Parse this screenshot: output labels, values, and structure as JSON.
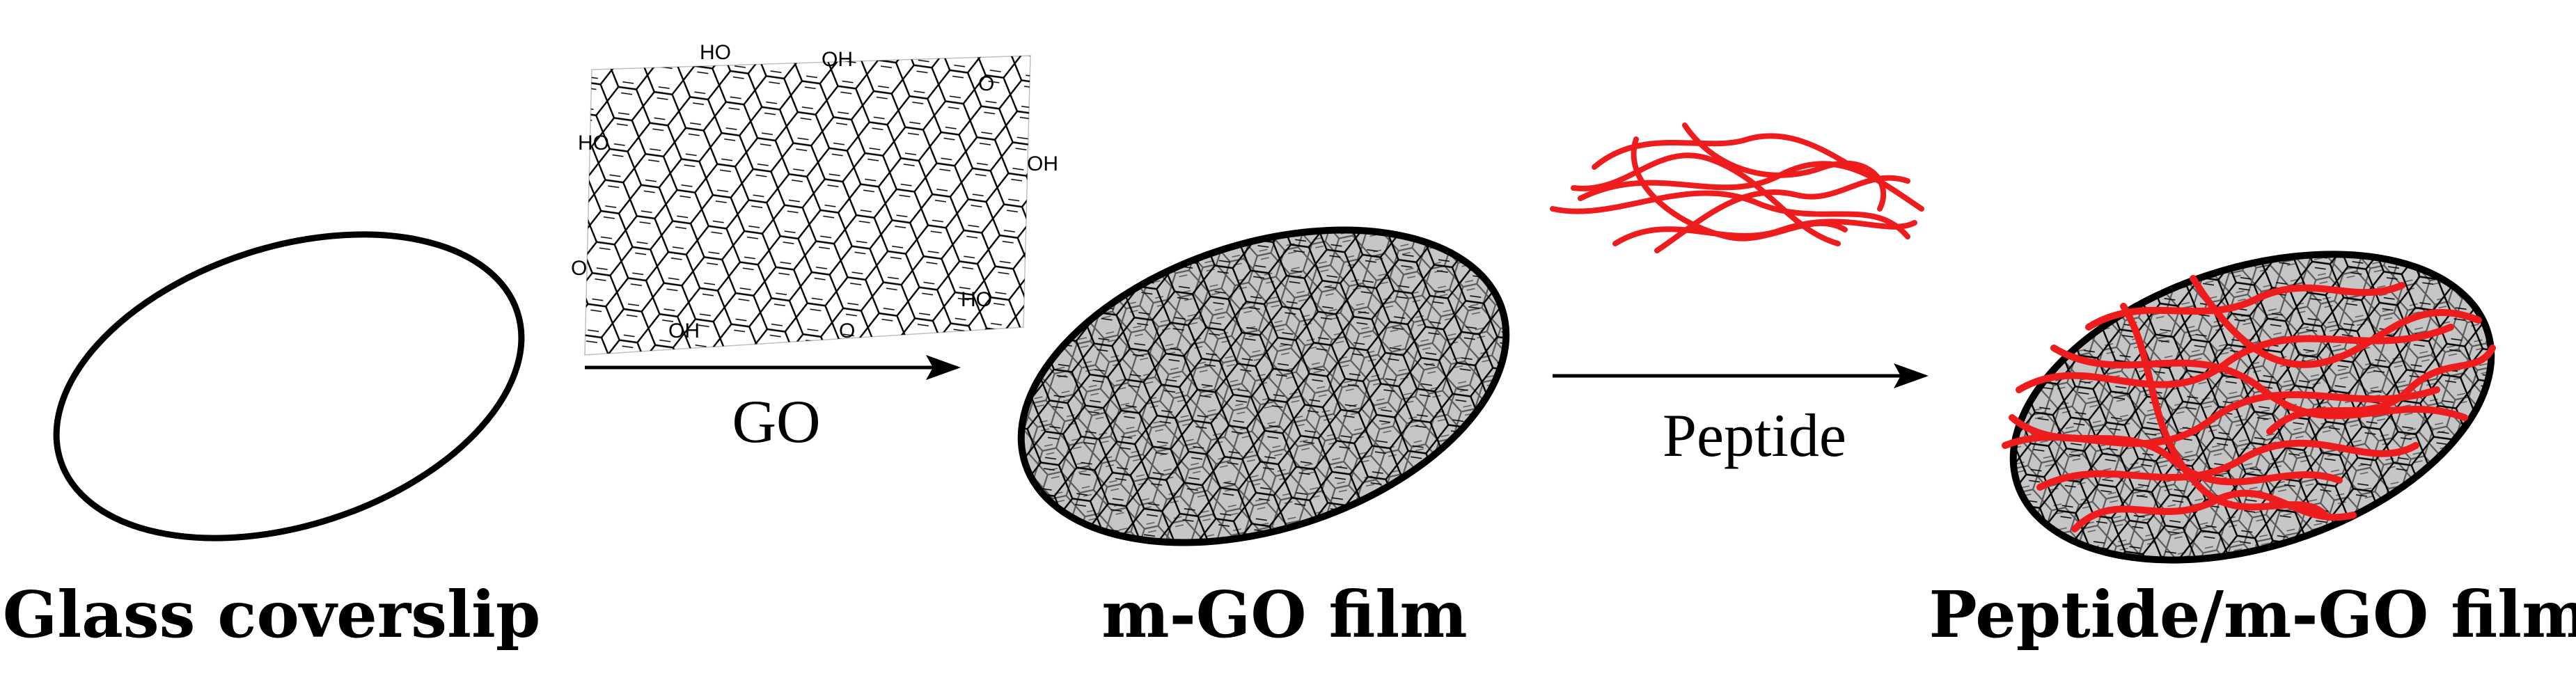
{
  "stages": [
    {
      "label": "Glass coverslip"
    },
    {
      "label": "m-GO film"
    },
    {
      "label": "Peptide/m-GO film"
    }
  ],
  "steps": [
    {
      "label": "GO"
    },
    {
      "label": "Peptide"
    }
  ],
  "chem_groups": [
    "HO",
    "OH",
    "O",
    "HO",
    "OH",
    "O",
    "HO",
    "OH",
    "O"
  ],
  "colors": {
    "film_fill": "#c6c6c6",
    "outline": "#000000",
    "peptide": "#ee1c1c"
  },
  "icons": [
    "graphene-oxide-structure-icon",
    "peptide-strands-icon"
  ]
}
